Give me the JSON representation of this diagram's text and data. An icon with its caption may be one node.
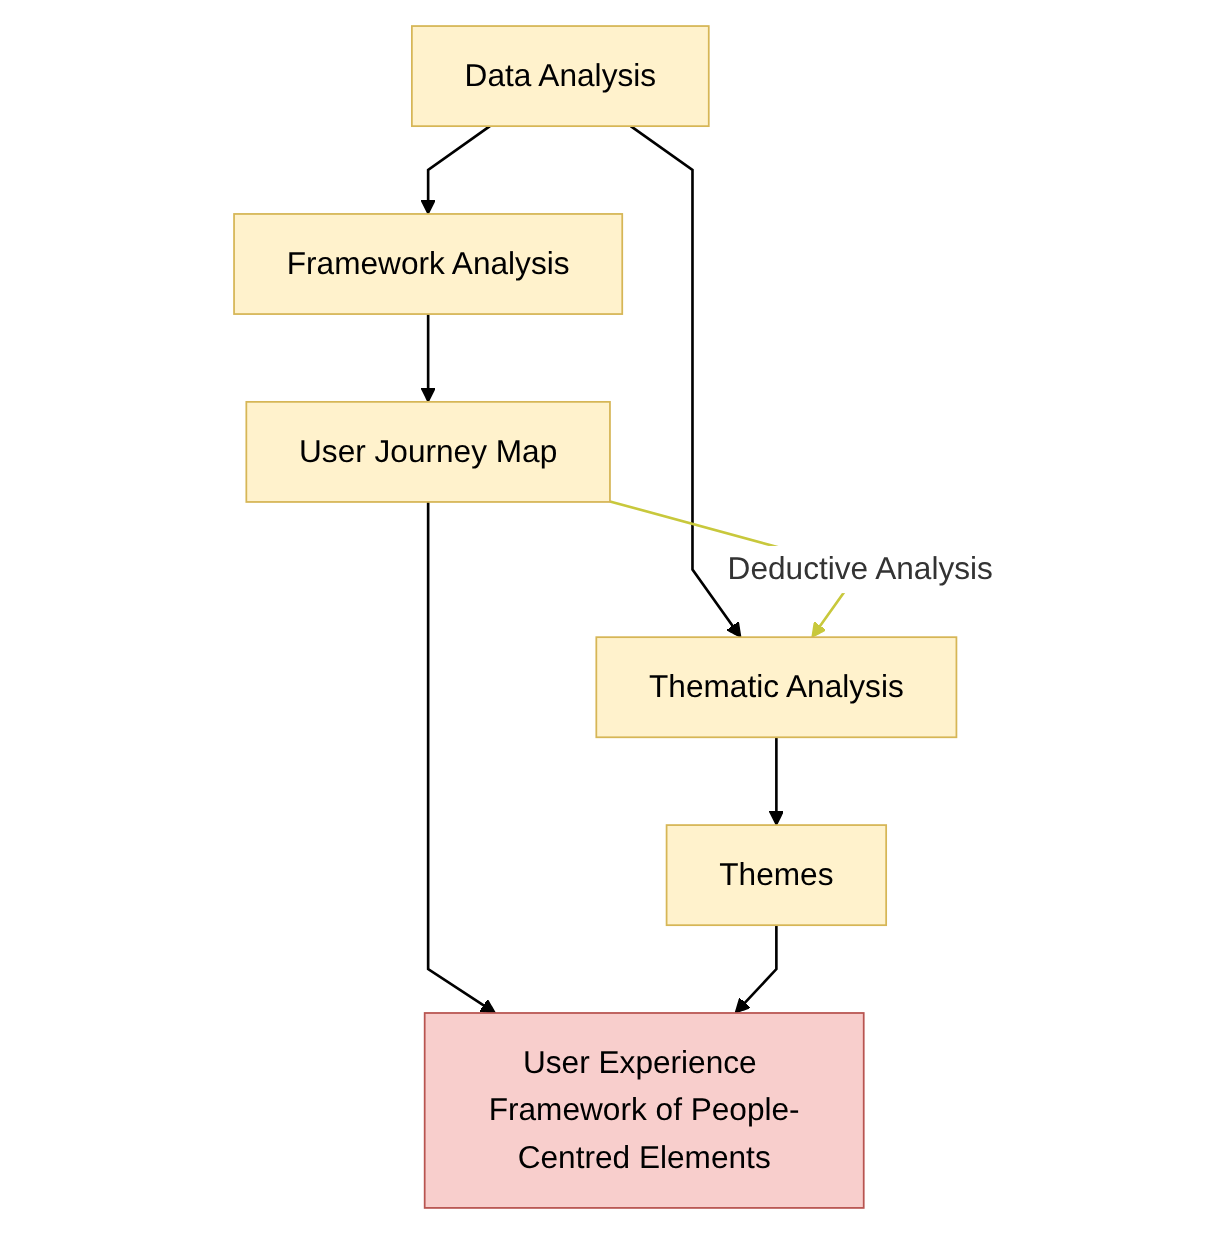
{
  "diagram": {
    "nodes": [
      {
        "text": [
          "Data Analysis"
        ]
      },
      {
        "text": [
          "Framework Analysis"
        ]
      },
      {
        "text": [
          "Thematic Analysis"
        ]
      },
      {
        "text": [
          "User Journey Map"
        ]
      },
      {
        "text": [
          "Themes"
        ]
      },
      {
        "text": [
          "User Experience Framework of People-Centred Elements"
        ]
      }
    ],
    "edges": [
      {
        "from": 0,
        "to": 1,
        "arrow": "to"
      },
      {
        "from": 0,
        "to": 2,
        "arrow": "to"
      },
      {
        "from": 1,
        "to": 3,
        "arrow": "to"
      },
      {
        "from": 3,
        "to": 2,
        "arrow": "to",
        "label": "Deductive Analysis",
        "color": "#c8c83c"
      },
      {
        "from": 2,
        "to": 4,
        "arrow": "to"
      },
      {
        "from": 3,
        "to": 5,
        "arrow": "to"
      },
      {
        "from": 4,
        "to": 5,
        "arrow": "to"
      }
    ]
  }
}
